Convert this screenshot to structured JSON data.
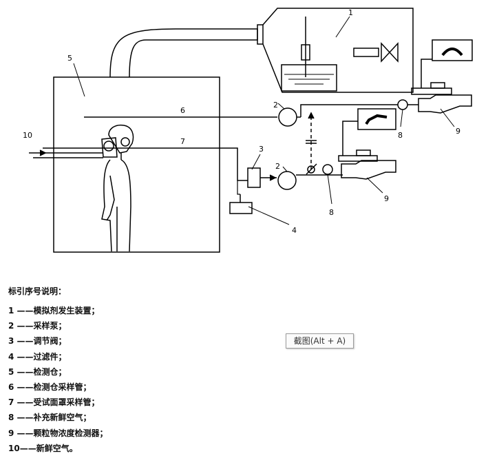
{
  "labels": {
    "n1": "1",
    "n2a": "2",
    "n2b": "2",
    "n3": "3",
    "n4": "4",
    "n5": "5",
    "n6": "6",
    "n7": "7",
    "n8a": "8",
    "n8b": "8",
    "n9a": "9",
    "n9b": "9",
    "n10": "10"
  },
  "legend": {
    "title": "标引序号说明：",
    "items": [
      "1 ——模拟剂发生装置；",
      "2 ——采样泵；",
      "3 ——调节阀；",
      "4 ——过滤件；",
      "5 ——检测仓；",
      "6 ——检测仓采样管；",
      "7 ——受试面罩采样管；",
      "8 ——补充新鲜空气；",
      "9 ——颗粒物浓度检测器；",
      "10——新鲜空气。"
    ]
  },
  "tooltip": "截图(Alt + A)"
}
